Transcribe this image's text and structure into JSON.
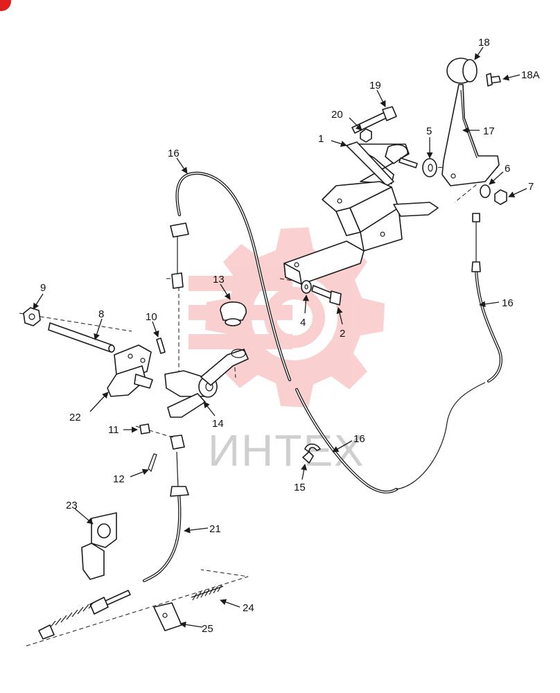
{
  "colors": {
    "ink": "#1a1a1a",
    "watermark": "#f4a3a3",
    "corner_badge": "#e02020"
  },
  "watermark": {
    "text": "ИНТЕХ",
    "icon": "gear-logo-icon"
  },
  "callouts": [
    {
      "id": "c1",
      "text": "1"
    },
    {
      "id": "c2",
      "text": "2"
    },
    {
      "id": "c4",
      "text": "4"
    },
    {
      "id": "c5",
      "text": "5"
    },
    {
      "id": "c6",
      "text": "6"
    },
    {
      "id": "c7",
      "text": "7"
    },
    {
      "id": "c8",
      "text": "8"
    },
    {
      "id": "c9",
      "text": "9"
    },
    {
      "id": "c10",
      "text": "10"
    },
    {
      "id": "c11",
      "text": "11"
    },
    {
      "id": "c12",
      "text": "12"
    },
    {
      "id": "c13",
      "text": "13"
    },
    {
      "id": "c14",
      "text": "14"
    },
    {
      "id": "c15",
      "text": "15"
    },
    {
      "id": "c16a",
      "text": "16"
    },
    {
      "id": "c16b",
      "text": "16"
    },
    {
      "id": "c16c",
      "text": "16"
    },
    {
      "id": "c17",
      "text": "17"
    },
    {
      "id": "c18",
      "text": "18"
    },
    {
      "id": "c18a",
      "text": "18A"
    },
    {
      "id": "c19",
      "text": "19"
    },
    {
      "id": "c20",
      "text": "20"
    },
    {
      "id": "c21",
      "text": "21"
    },
    {
      "id": "c22",
      "text": "22"
    },
    {
      "id": "c23",
      "text": "23"
    },
    {
      "id": "c24",
      "text": "24"
    },
    {
      "id": "c25",
      "text": "25"
    }
  ]
}
